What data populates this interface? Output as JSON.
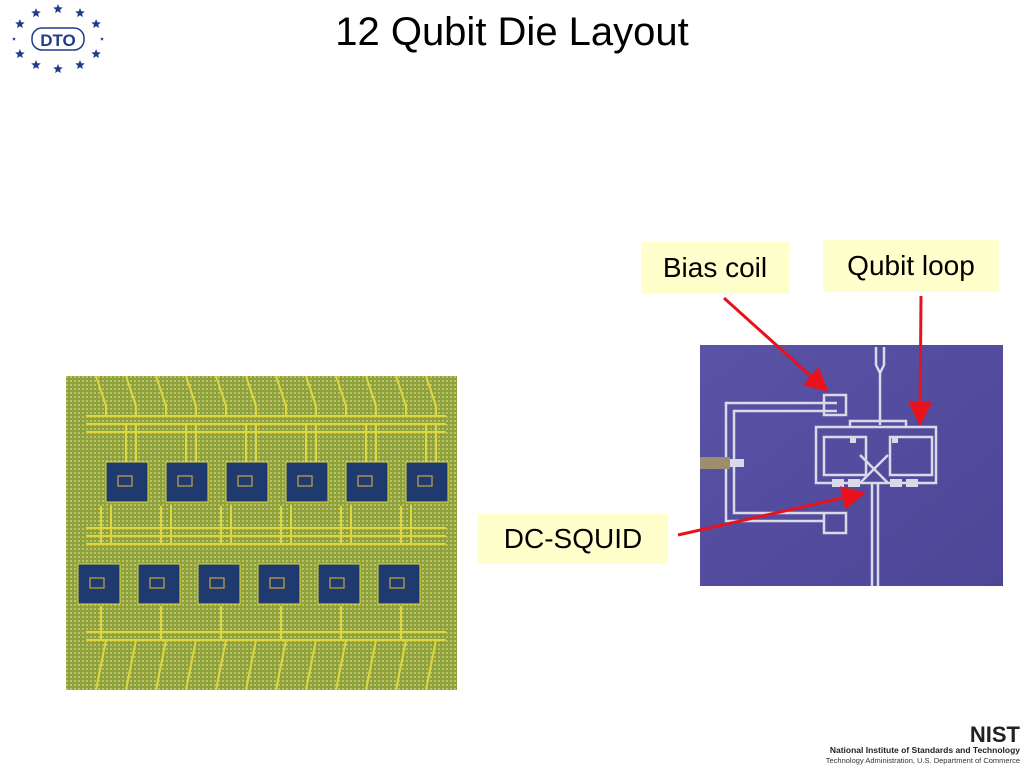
{
  "slide": {
    "title": "12 Qubit Die Layout"
  },
  "logo": {
    "text": "DTO",
    "star_color": "#1f3c8c",
    "text_color": "#1f3c8c"
  },
  "callouts": {
    "bias_coil": "Bias coil",
    "qubit_loop": "Qubit loop",
    "dc_squid": "DC-SQUID",
    "fill_color": "#ffffcc",
    "arrow_color": "#e8121c"
  },
  "images": {
    "die_photo": {
      "substrate_color": "#8ea13a",
      "trace_color": "#e0d642",
      "qubit_pad_color": "#1e3a6e"
    },
    "qubit_photo": {
      "substrate_color": "#5c52a8",
      "trace_color": "#d9d9e8"
    }
  },
  "footer": {
    "nist_logo": "NIST",
    "line1": "National Institute of Standards and Technology",
    "line2": "Technology Administration, U.S. Department of Commerce"
  }
}
